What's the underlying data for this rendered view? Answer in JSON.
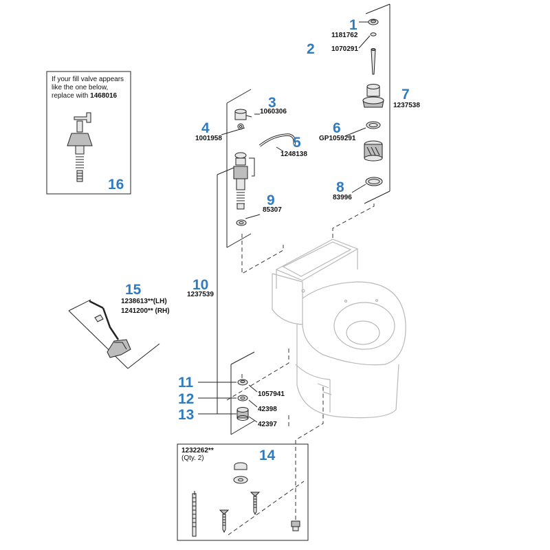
{
  "colors": {
    "callout": "#2e7bbf",
    "line": "#222222",
    "toilet": "#b8b8b8",
    "dash": "#333333"
  },
  "inset_note": {
    "text": "If your fill valve appears like the one below, replace with",
    "part": "1468016"
  },
  "callouts": [
    {
      "num": "1",
      "part": "1181762"
    },
    {
      "num": "2",
      "part": "1070291"
    },
    {
      "num": "3",
      "part": "1060306"
    },
    {
      "num": "4",
      "part": "1001958"
    },
    {
      "num": "5",
      "part": "1248138"
    },
    {
      "num": "6",
      "part": "GP1059291"
    },
    {
      "num": "7",
      "part": "1237538"
    },
    {
      "num": "8",
      "part": "83996"
    },
    {
      "num": "9",
      "part": "85307"
    },
    {
      "num": "10",
      "part": "1237539"
    },
    {
      "num": "11",
      "part": "1057941"
    },
    {
      "num": "12",
      "part": "42398"
    },
    {
      "num": "13",
      "part": "42397"
    },
    {
      "num": "14",
      "part": "1232262**",
      "qty": "(Qty. 2)"
    },
    {
      "num": "15",
      "part_lh": "1238613**(LH)",
      "part_rh": "1241200** (RH)"
    },
    {
      "num": "16"
    }
  ]
}
